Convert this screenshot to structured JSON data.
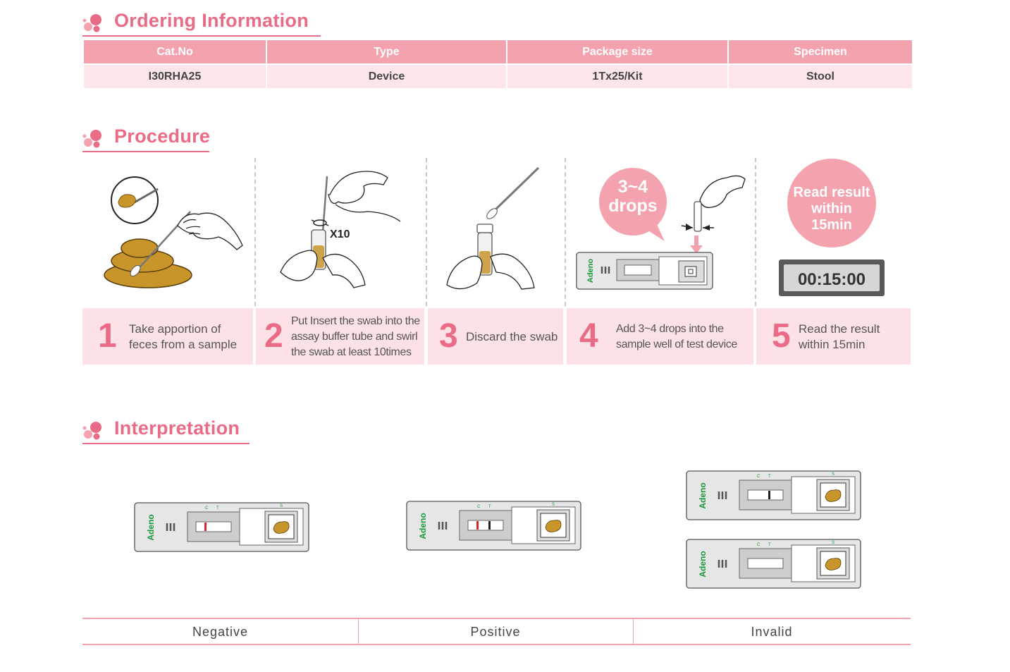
{
  "sections": {
    "ordering": "Ordering Information",
    "procedure": "Procedure",
    "interpretation": "Interpretation"
  },
  "ordering_table": {
    "headers": [
      "Cat.No",
      "Type",
      "Package size",
      "Specimen"
    ],
    "row": [
      "I30RHA25",
      "Device",
      "1Tx25/Kit",
      "Stool"
    ]
  },
  "procedure": {
    "steps": [
      {
        "num": "1",
        "text": "Take apportion of\nfeces from a sample"
      },
      {
        "num": "2",
        "text": "Put Insert the swab into the\nassay buffer tube and swirl\nthe swab at least 10times"
      },
      {
        "num": "3",
        "text": "Discard the swab"
      },
      {
        "num": "4",
        "text": "Add 3~4 drops into the\nsample well of test device"
      },
      {
        "num": "5",
        "text": "Read the result\nwithin 15min"
      }
    ],
    "swirl_label": "X10",
    "drops_bubble": "3~4\ndrops",
    "read_bubble": "Read result\nwithin\n15min",
    "timer": "00:15:00"
  },
  "device": {
    "brand": "Adeno",
    "label_c": "C",
    "label_t": "T",
    "label_s": "S"
  },
  "interpretation": {
    "labels": [
      "Negative",
      "Positive",
      "Invalid"
    ]
  },
  "colors": {
    "pink": "#ea6b86",
    "header_pink": "#f4a3ae",
    "light_pink": "#fce6ea",
    "stool": "#c8952b",
    "red_line": "#d7282c",
    "brand_green": "#1a9a3c"
  }
}
